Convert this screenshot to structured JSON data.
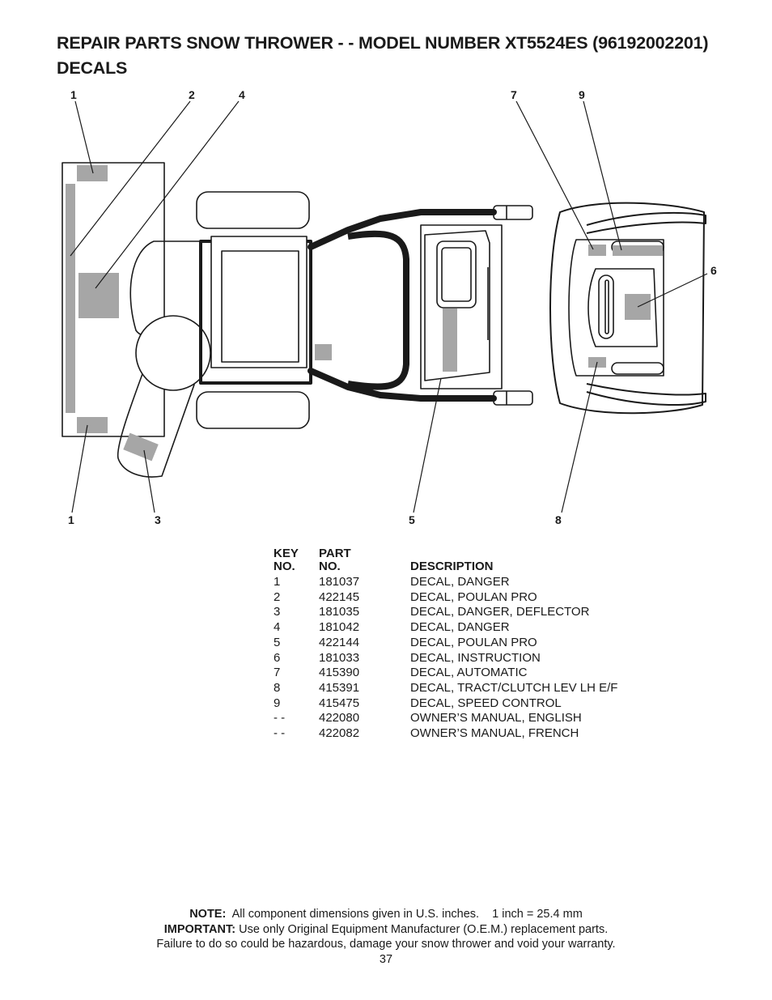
{
  "header": {
    "title_line1": "REPAIR PARTS  SNOW THROWER - - MODEL NUMBER  XT5524ES (96192002201)",
    "title_line2": "DECALS"
  },
  "diagram": {
    "callouts": [
      "1",
      "2",
      "4",
      "7",
      "9",
      "6",
      "1",
      "3",
      "5",
      "8"
    ],
    "colors": {
      "line": "#1a1a1a",
      "decal": "#a6a6a6"
    }
  },
  "parts_table": {
    "headers": {
      "key_top": "KEY",
      "key_bottom": "NO.",
      "part_top": "PART",
      "part_bottom": "NO.",
      "description": "DESCRIPTION"
    },
    "rows": [
      {
        "key": "1",
        "part": "181037",
        "description": "DECAL, DANGER"
      },
      {
        "key": "2",
        "part": "422145",
        "description": "DECAL, POULAN PRO"
      },
      {
        "key": "3",
        "part": "181035",
        "description": "DECAL, DANGER, DEFLECTOR"
      },
      {
        "key": "4",
        "part": "181042",
        "description": "DECAL, DANGER"
      },
      {
        "key": "5",
        "part": "422144",
        "description": "DECAL, POULAN PRO"
      },
      {
        "key": "6",
        "part": "181033",
        "description": "DECAL, INSTRUCTION"
      },
      {
        "key": "7",
        "part": "415390",
        "description": "DECAL, AUTOMATIC"
      },
      {
        "key": "8",
        "part": "415391",
        "description": "DECAL, TRACT/CLUTCH LEV LH E/F"
      },
      {
        "key": "9",
        "part": "415475",
        "description": "DECAL, SPEED CONTROL"
      },
      {
        "key": "- -",
        "part": "422080",
        "description": "OWNER’S MANUAL, ENGLISH"
      },
      {
        "key": "- -",
        "part": "422082",
        "description": "OWNER’S MANUAL, FRENCH"
      }
    ]
  },
  "footer": {
    "note_label": "NOTE:",
    "note_text": "All component dimensions given in U.S. inches.    1 inch = 25.4 mm",
    "important_label": "IMPORTANT:",
    "important_text": "Use only Original Equipment Manufacturer (O.E.M.) replacement parts.",
    "warning_text": "Failure to do so could be hazardous, damage your snow thrower and void your warranty.",
    "page_number": "37"
  }
}
